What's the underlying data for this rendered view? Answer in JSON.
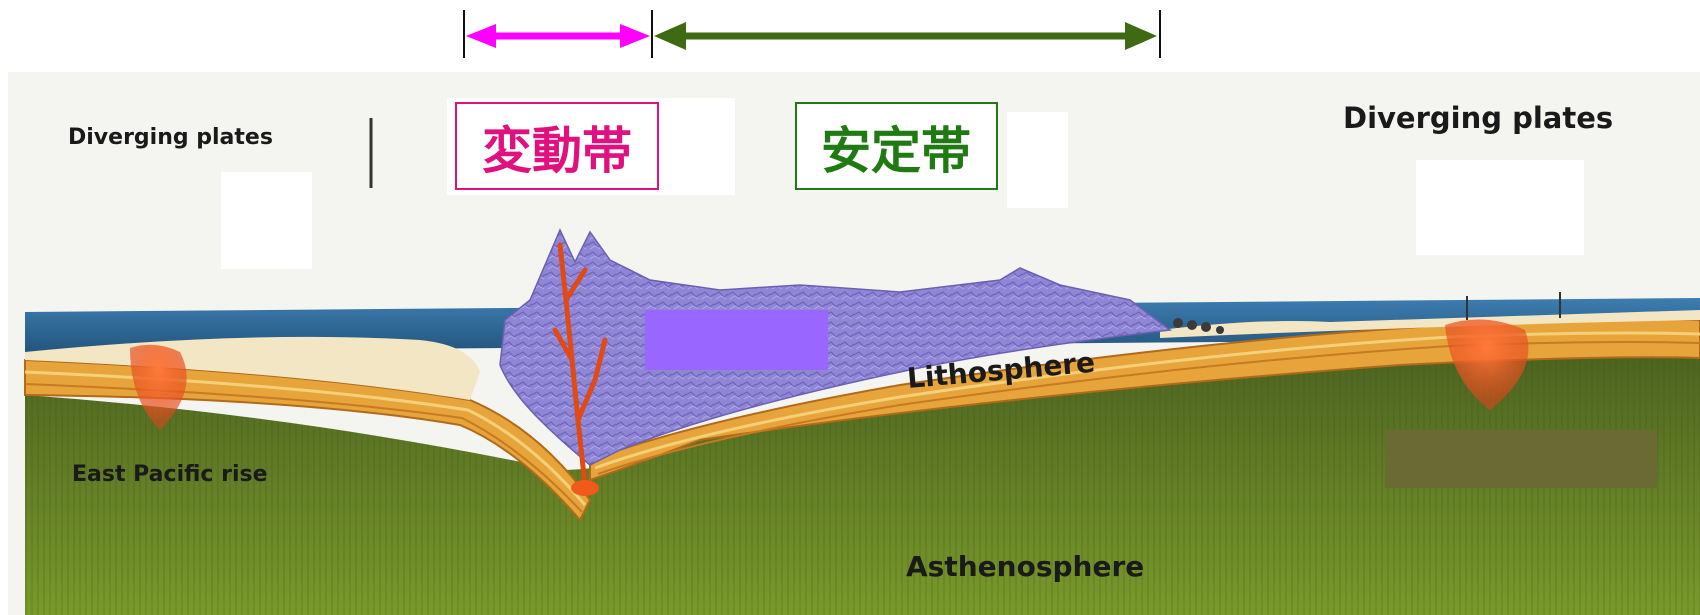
{
  "labels": {
    "diverging_left": "Diverging plates",
    "diverging_right": "Diverging plates",
    "east_pacific_rise": "East Pacific rise",
    "lithosphere": "Lithosphere",
    "asthenosphere": "Asthenosphere"
  },
  "zones": {
    "mobile_belt": "変動帯",
    "stable_belt": "安定帯"
  },
  "colors": {
    "mobile_belt": "#e0107e",
    "mobile_arrow": "#ff00ff",
    "stable_belt": "#1f7a12",
    "stable_arrow": "#3d6a12",
    "ocean": "#2f6e9e",
    "continent": "#8f86d6",
    "lithosphere": "#e6a43a",
    "asthenosphere": "#5f7a22",
    "magma": "#f04a1a",
    "mask_purple": "#9966ff",
    "mask_olive": "#6b6a34"
  }
}
